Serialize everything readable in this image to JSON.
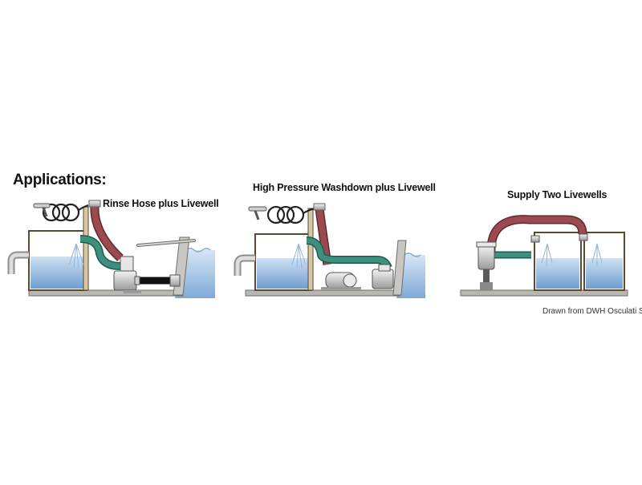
{
  "heading": "Applications:",
  "panels": [
    {
      "caption": "Rinse Hose plus Livewell"
    },
    {
      "caption": "High Pressure Washdown plus Livewell"
    },
    {
      "caption": "Supply Two Livewells"
    }
  ],
  "credit": "Drawn from DWH Osculati SpA",
  "colors": {
    "deck": "#b9b7b4",
    "deck_stroke": "#6f6d6a",
    "water": "#a9c7e6",
    "water_deep": "#6f9fd0",
    "tank_frame": "#d9c6a4",
    "tank_stroke": "#5b4a33",
    "red_hose": "#9b4a4f",
    "green_hose": "#3f8f7f",
    "black_hose": "#222222",
    "metal": "#d7d7d7"
  }
}
